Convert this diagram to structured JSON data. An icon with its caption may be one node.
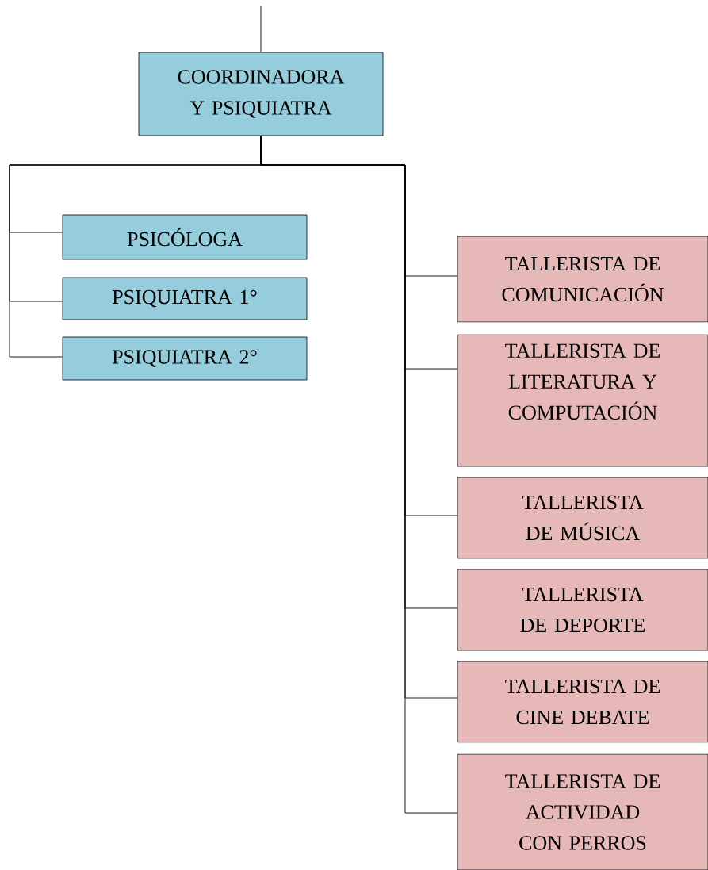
{
  "diagram": {
    "nodes": [
      {
        "text": [
          "COORDINADORA Y PSIQUIATRA"
        ]
      },
      {
        "text": [
          "PSICÓLOGA"
        ]
      },
      {
        "text": [
          "PSIQUIATRA 1°"
        ]
      },
      {
        "text": [
          "PSIQUIATRA 2°"
        ]
      },
      {
        "text": [
          "TALLERISTA DE COMUNICACIÓN"
        ]
      },
      {
        "text": [
          "TALLERISTA DE LITERATURA Y COMPUTACIÓN"
        ]
      },
      {
        "text": [
          "TALLERISTA DE MÚSICA"
        ]
      },
      {
        "text": [
          "TALLERISTA DE DEPORTE"
        ]
      },
      {
        "text": [
          "TALLERISTA DE CINE DEBATE"
        ]
      },
      {
        "text": [
          "TALLERISTA DE ACTIVIDAD CON PERROS"
        ]
      }
    ],
    "edges": [
      {
        "from": null,
        "to": 0,
        "arrow": "none"
      },
      {
        "from": 0,
        "to": 1,
        "arrow": "none"
      },
      {
        "from": 0,
        "to": 2,
        "arrow": "none"
      },
      {
        "from": 0,
        "to": 3,
        "arrow": "none"
      },
      {
        "from": 0,
        "to": 4,
        "arrow": "none"
      },
      {
        "from": 0,
        "to": 5,
        "arrow": "none"
      },
      {
        "from": 0,
        "to": 6,
        "arrow": "none"
      },
      {
        "from": 0,
        "to": 7,
        "arrow": "none"
      },
      {
        "from": 0,
        "to": 8,
        "arrow": "none"
      },
      {
        "from": 0,
        "to": 9,
        "arrow": "none"
      }
    ]
  }
}
